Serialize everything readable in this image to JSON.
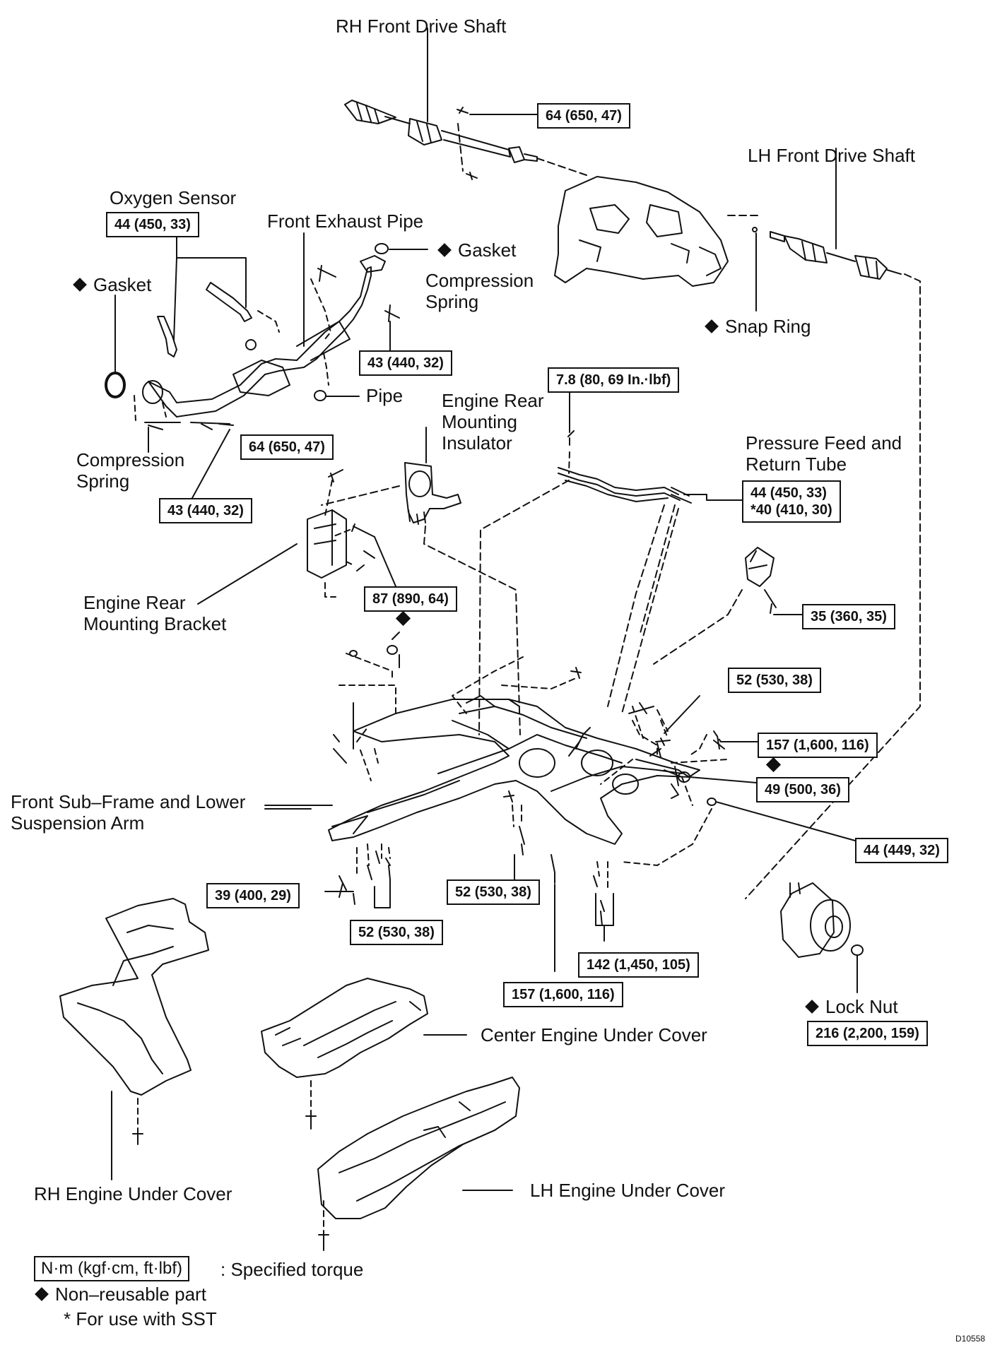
{
  "labels": {
    "rh_front_drive_shaft": "RH Front Drive Shaft",
    "lh_front_drive_shaft": "LH Front Drive Shaft",
    "oxygen_sensor": "Oxygen Sensor",
    "front_exhaust_pipe": "Front Exhaust Pipe",
    "gasket_top": "Gasket",
    "gasket_left": "Gasket",
    "compression_spring_top": "Compression\nSpring",
    "compression_spring_left": "Compression\nSpring",
    "snap_ring": "Snap Ring",
    "pipe": "Pipe",
    "engine_rear_mounting_insulator": "Engine Rear\nMounting\nInsulator",
    "pressure_feed_return_tube": "Pressure Feed and\nReturn Tube",
    "engine_rear_mounting_bracket": "Engine Rear\nMounting Bracket",
    "front_sub_frame": "Front Sub–Frame and Lower\nSuspension Arm",
    "center_engine_under_cover": "Center Engine Under Cover",
    "rh_engine_under_cover": "RH Engine Under Cover",
    "lh_engine_under_cover": "LH Engine Under Cover",
    "lock_nut": "Lock Nut"
  },
  "torques": {
    "t_64_top": "64 (650, 47)",
    "t_44_oxygen": "44 (450, 33)",
    "t_43_right": "43 (440, 32)",
    "t_78": "7.8 (80, 69 In.·lbf)",
    "t_64_left": "64 (650, 47)",
    "t_43_left": "43 (440, 32)",
    "t_44_tube": "44 (450, 33)\n*40 (410, 30)",
    "t_87": "87 (890, 64)",
    "t_35": "35 (360, 35)",
    "t_52_right": "52 (530, 38)",
    "t_157_right": "157 (1,600, 116)",
    "t_49": "49 (500, 36)",
    "t_44_449": "44 (449, 32)",
    "t_39": "39 (400, 29)",
    "t_52_center": "52 (530, 38)",
    "t_52_bottom": "52 (530, 38)",
    "t_142": "142 (1,450, 105)",
    "t_157_bottom": "157 (1,600, 116)",
    "t_216": "216 (2,200, 159)"
  },
  "legend": {
    "unit_box": "N·m (kgf·cm, ft·lbf)",
    "unit_text": ": Specified torque",
    "non_reusable": "Non–reusable part",
    "sst_note": "* For use with SST"
  },
  "figure_code": "D10558"
}
